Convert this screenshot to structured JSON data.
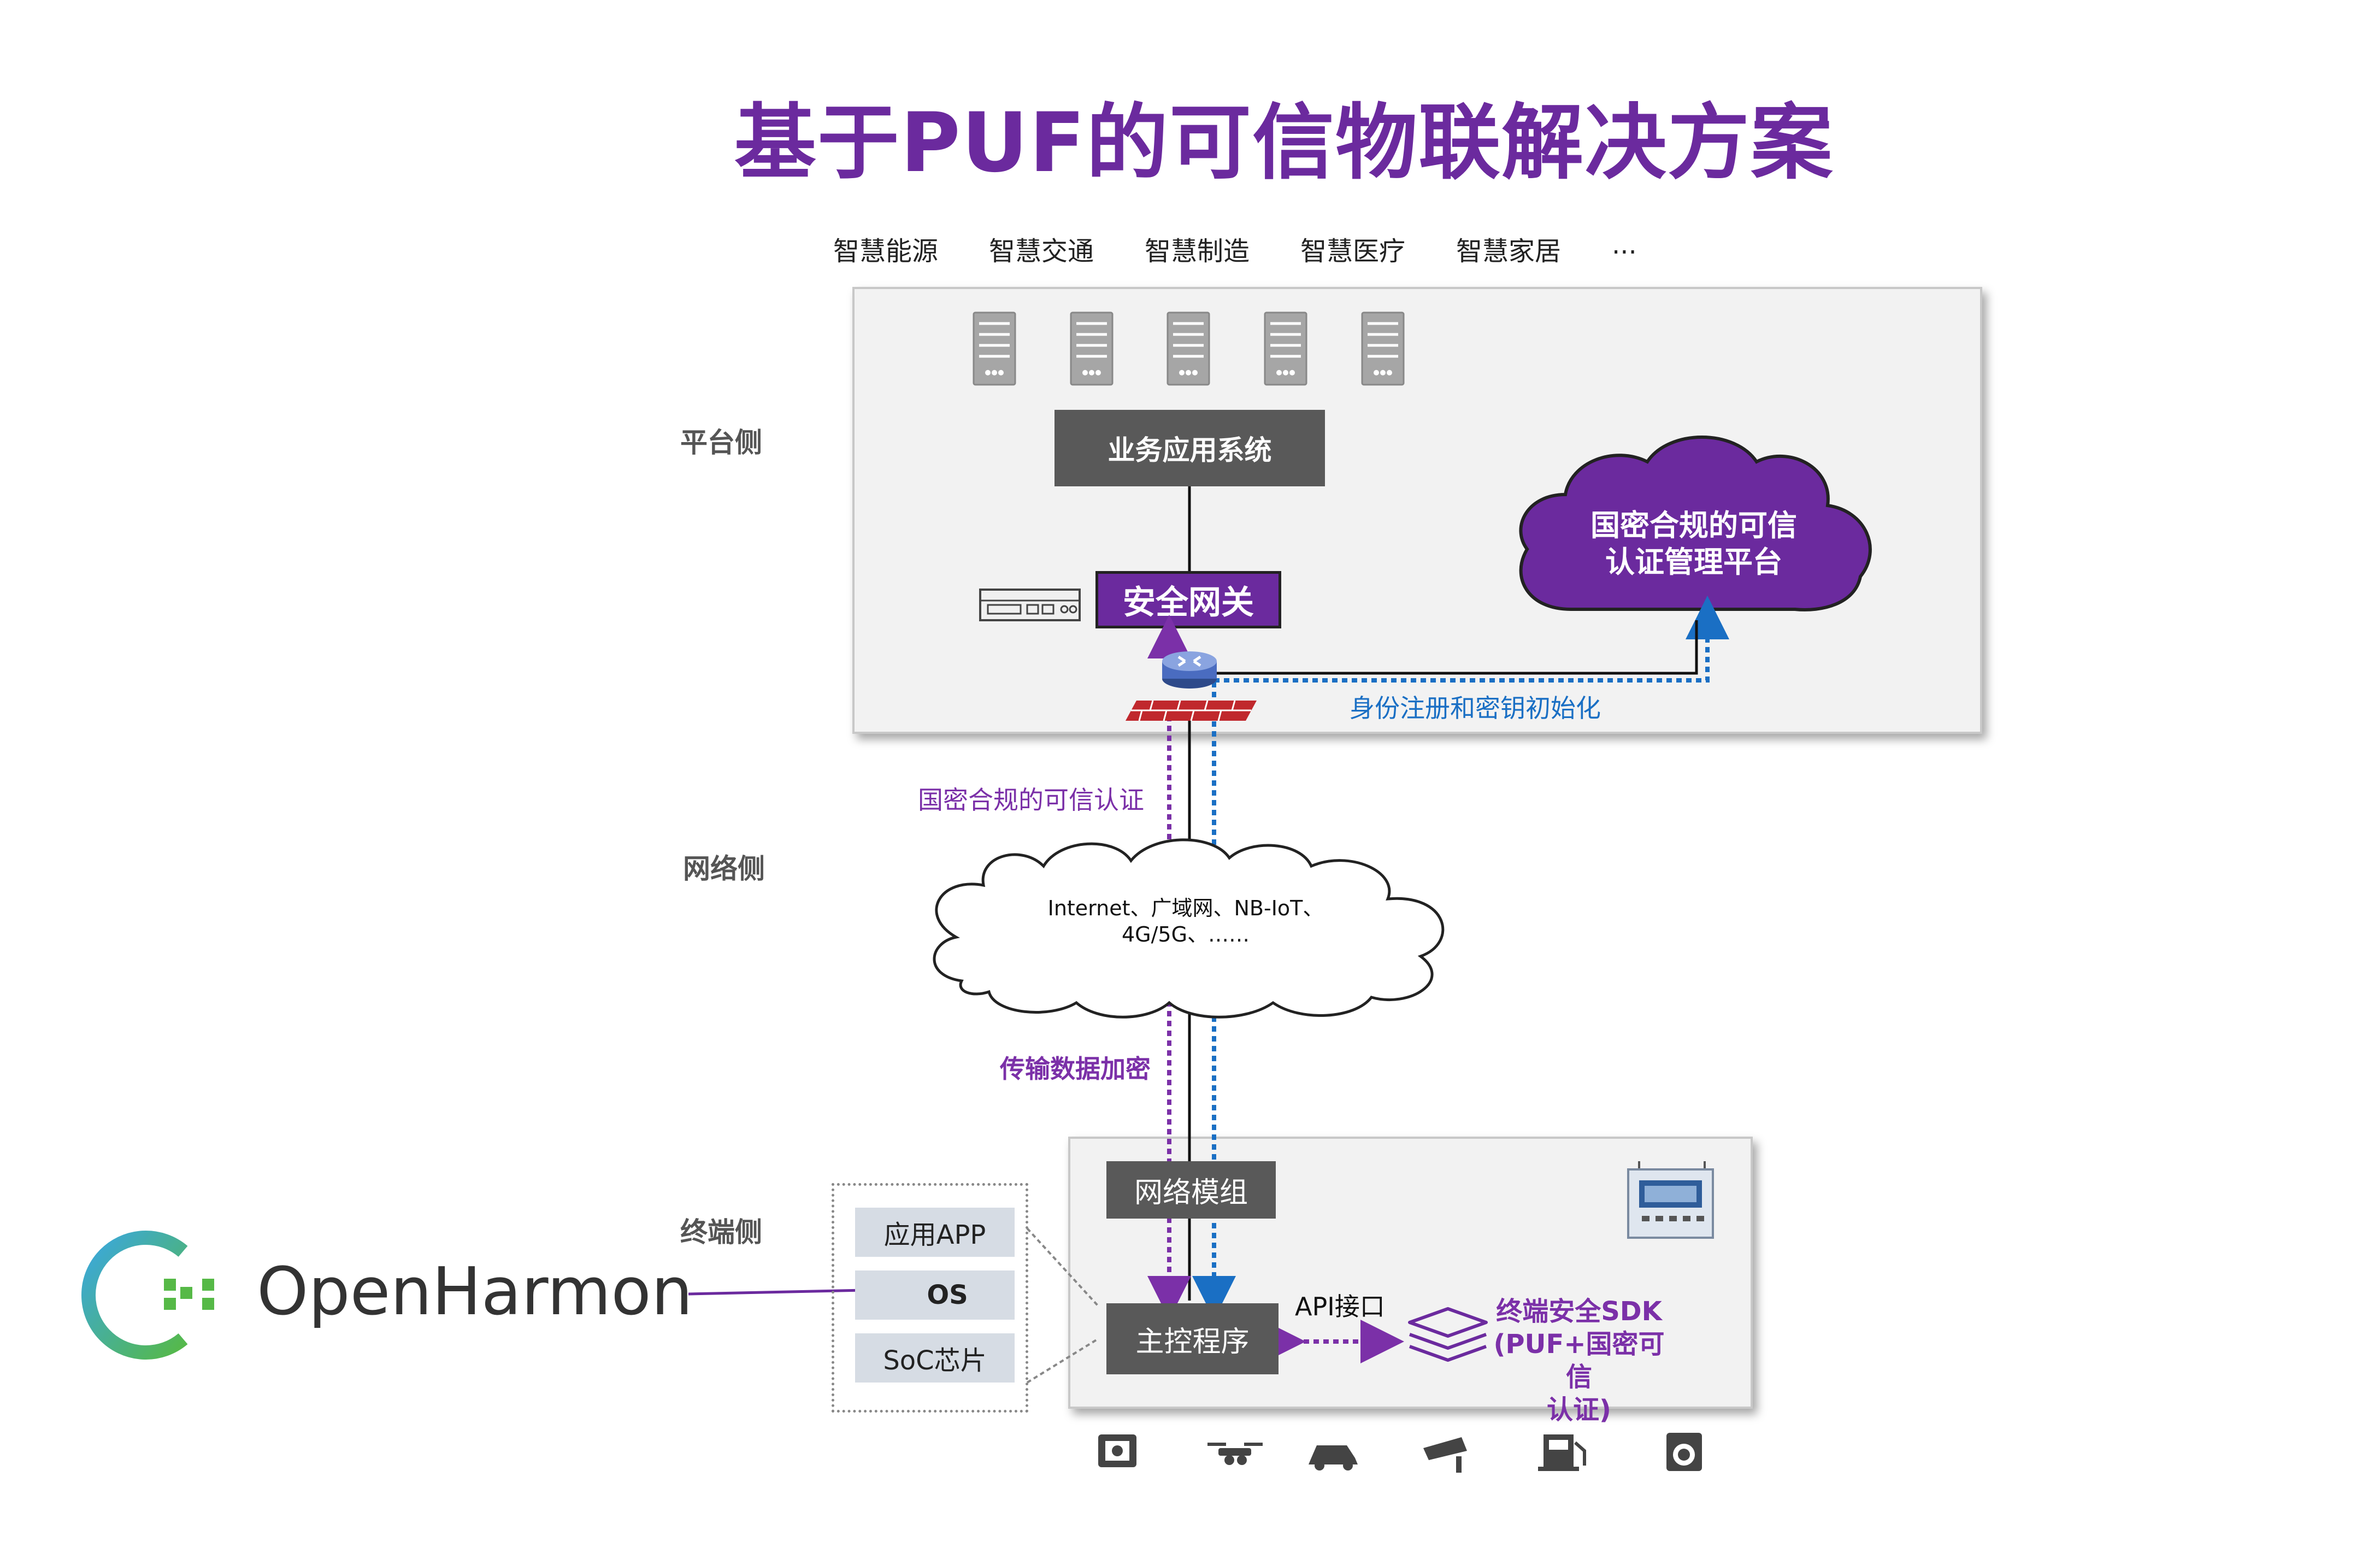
{
  "title": "基于PUF的可信物联解决方案",
  "applications": [
    "智慧能源",
    "智慧交通",
    "智慧制造",
    "智慧医疗",
    "智慧家居",
    "..."
  ],
  "sides": {
    "platform": "平台侧",
    "network": "网络侧",
    "terminal": "终端侧"
  },
  "platform": {
    "business_system": "业务应用系统",
    "gateway": "安全网关",
    "cloud_line1": "国密合规的可信",
    "cloud_line2": "认证管理平台",
    "registration_label": "身份注册和密钥初始化"
  },
  "network": {
    "auth_label": "国密合规的可信认证",
    "cloud_line1": "Internet、广域网、NB-IoT、",
    "cloud_line2": "4G/5G、……",
    "encrypt_label": "传输数据加密"
  },
  "terminal": {
    "network_module": "网络模组",
    "main_program": "主控程序",
    "api_label": "API接口",
    "sdk_line1": "终端安全SDK",
    "sdk_line2": "(PUF+国密可信",
    "sdk_line3": "认证)",
    "stack": [
      "应用APP",
      "OS",
      "SoC芯片"
    ]
  },
  "brand": {
    "name": "OpenHarmony"
  },
  "colors": {
    "title": "#6b2a9e",
    "purple": "#6b2a9e",
    "blue": "#1a6fc4",
    "dark_box": "#595959",
    "stack_box": "#d6dce4"
  },
  "device_icons": [
    "meter-icon",
    "drone-icon",
    "car-icon",
    "camera-icon",
    "fuel-pump-icon",
    "washing-machine-icon"
  ]
}
